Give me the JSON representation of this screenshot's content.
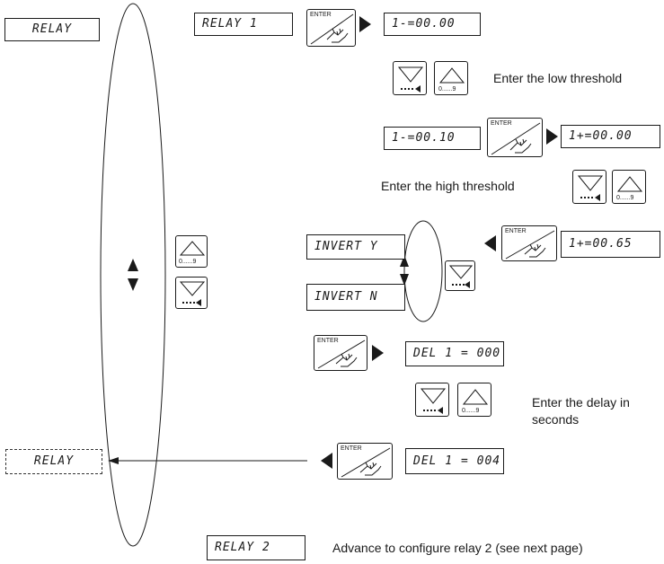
{
  "displays": {
    "relay_top": "RELAY",
    "relay1": "RELAY 1",
    "low_initial": "1-=00.00",
    "low_set": "1-=00.10",
    "high_initial": "1+=00.00",
    "high_set": "1+=00.65",
    "invert_y": "INVERT Y",
    "invert_n": "INVERT N",
    "delay_initial": "DEL 1 = 000",
    "delay_set": "DEL 1 = 004",
    "relay_exit": "RELAY",
    "relay2": "RELAY 2"
  },
  "keys": {
    "enter": "ENTER",
    "digit_range": "0......9"
  },
  "notes": {
    "low_threshold": "Enter the low threshold",
    "high_threshold": "Enter the high threshold",
    "delay_line1": "Enter the delay in",
    "delay_line2": "seconds",
    "advance": "Advance to configure relay 2 (see next page)"
  },
  "icons": {
    "enter_key": "hand-pressing-enter-icon",
    "down_key": "down-triangle-with-left-arrow-icon",
    "up_key": "up-triangle-digit-icon",
    "flow_arrow": "filled-triangle-arrow-icon"
  },
  "colors": {
    "line": "#1a1a1a",
    "background": "#ffffff"
  }
}
